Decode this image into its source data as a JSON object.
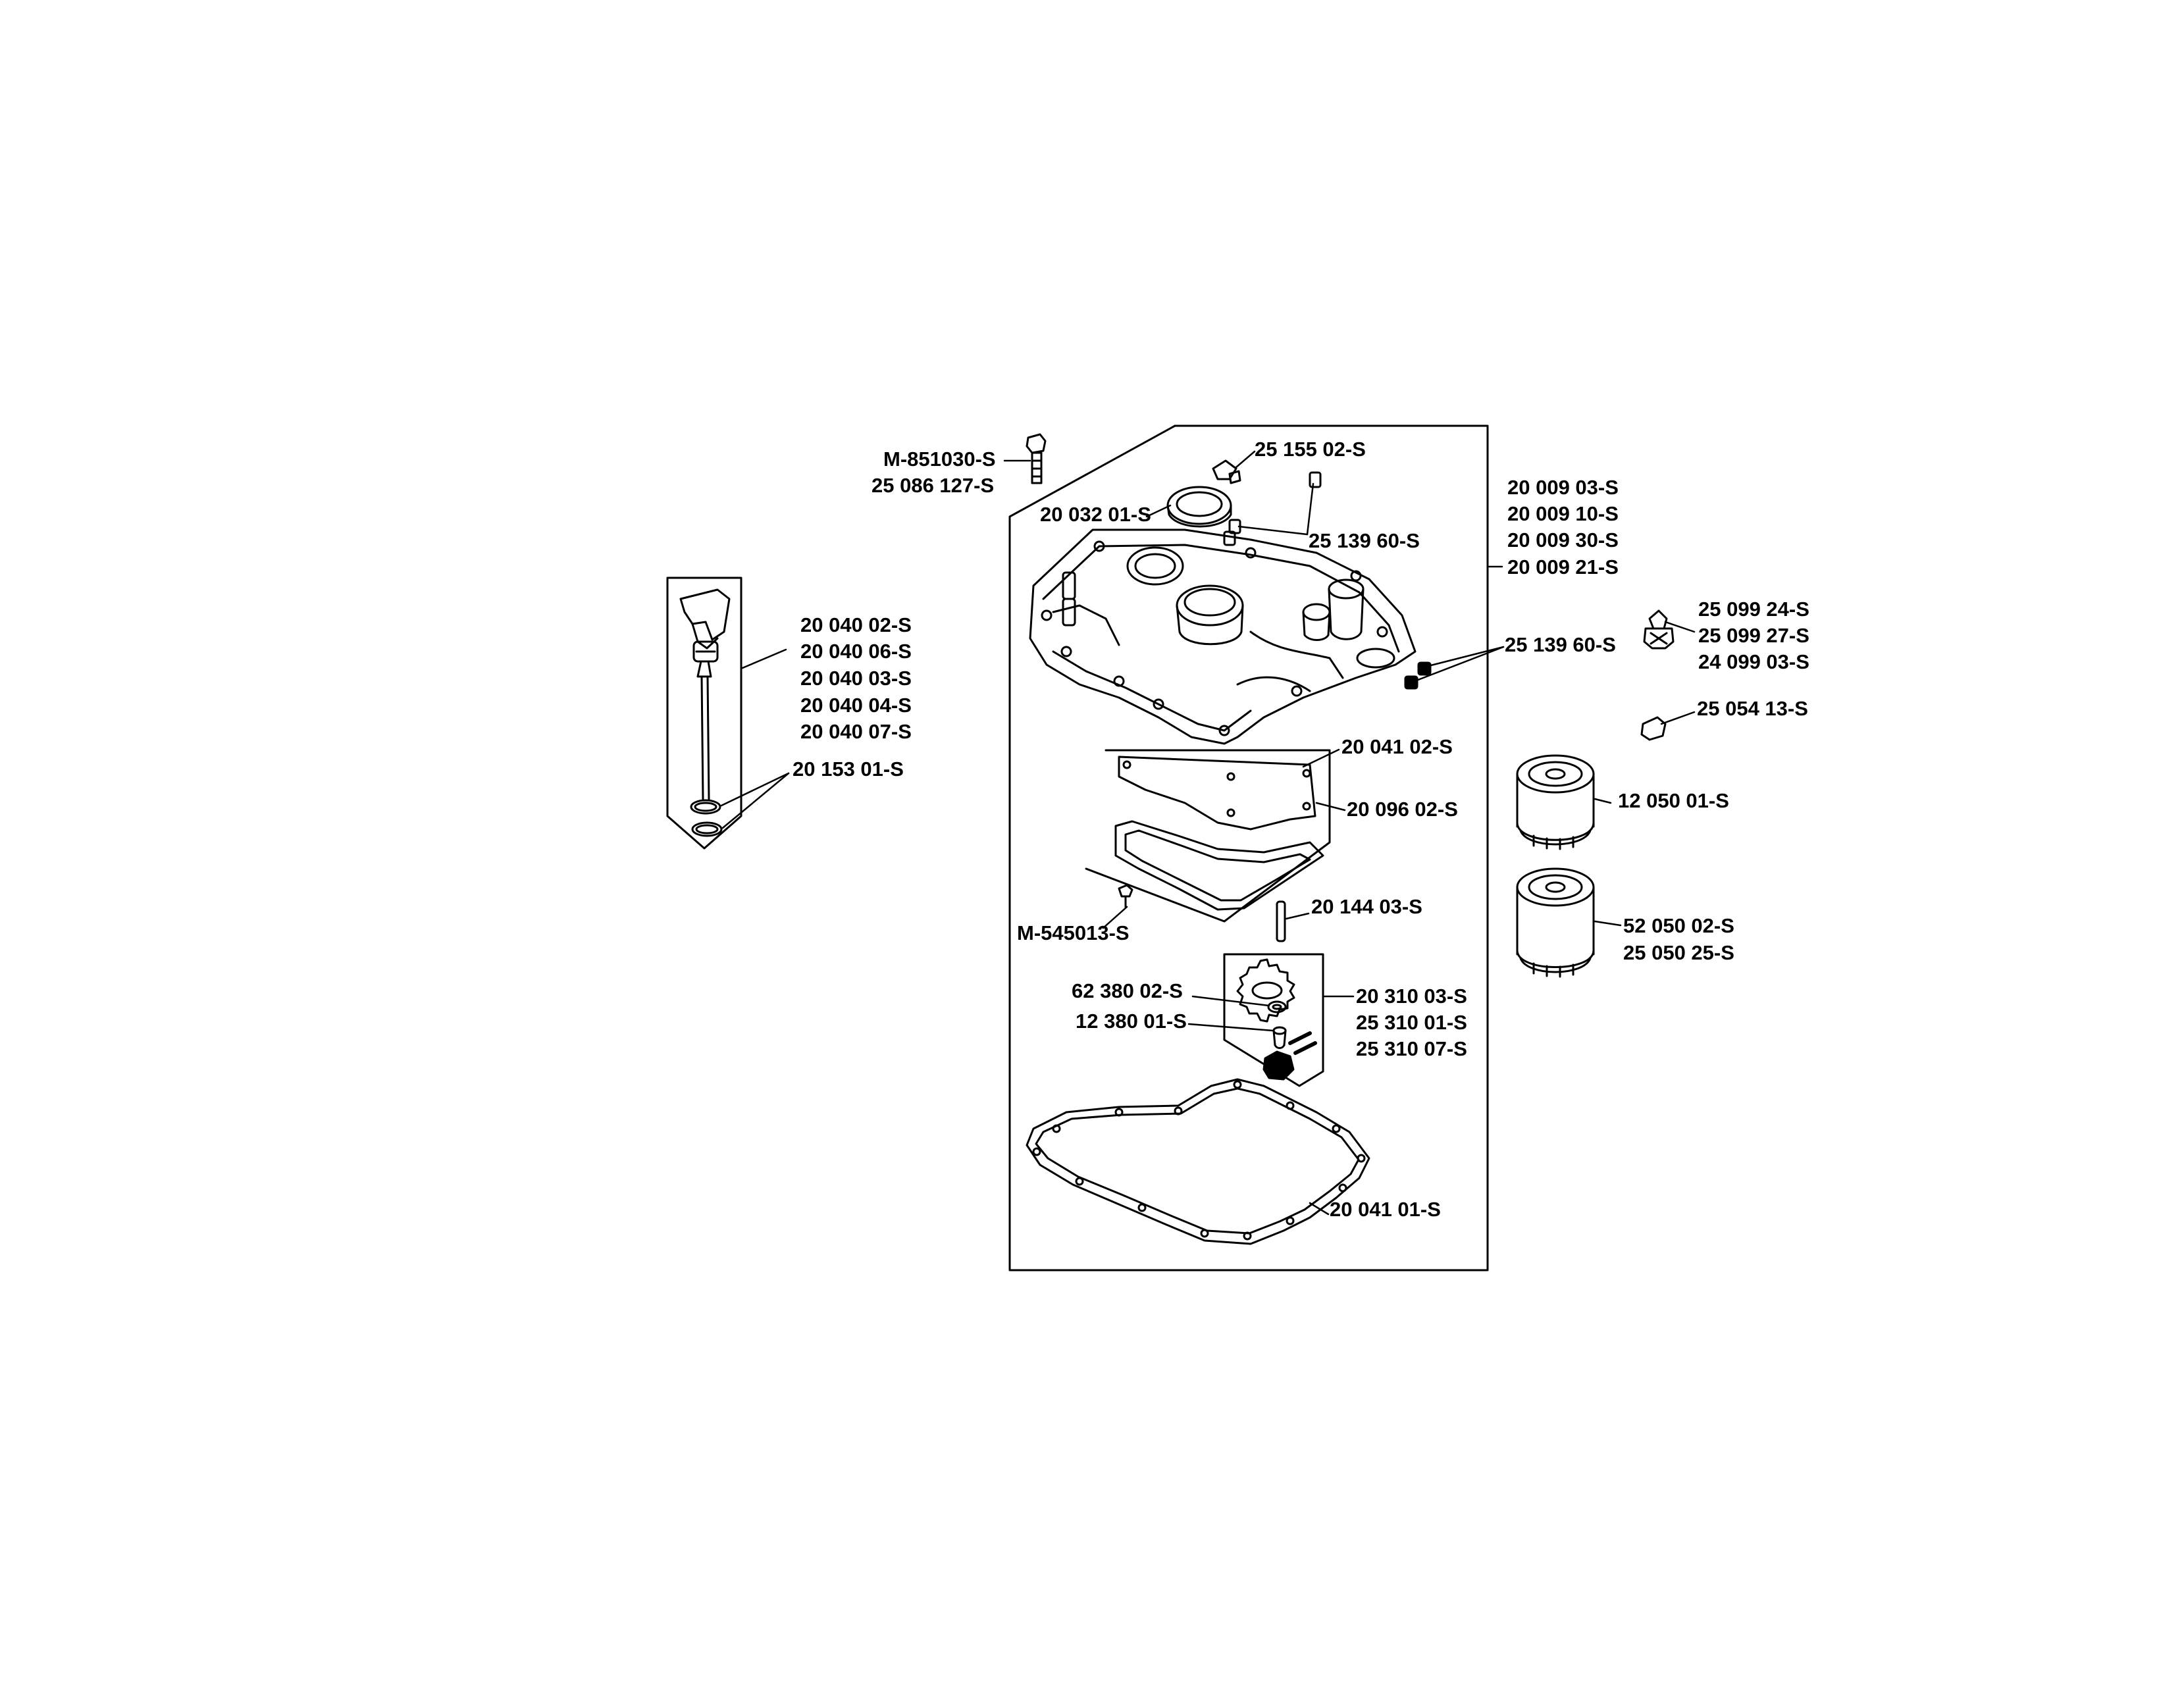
{
  "labels": {
    "dipstick_tube_kit": [
      "20 040 02-S",
      "20 040 06-S",
      "20 040 03-S",
      "20 040 04-S",
      "20 040 07-S"
    ],
    "dipstick_o_ring": "20 153 01-S",
    "screw_top": [
      "M-851030-S",
      "25 086 127-S"
    ],
    "fitting_top": "25 155 02-S",
    "oil_seal": "20 032 01-S",
    "plug_top": "25 139 60-S",
    "cover_assembly": [
      "20 009 03-S",
      "20 009 10-S",
      "20 009 30-S",
      "20 009 21-S"
    ],
    "plug_right": "25 139 60-S",
    "switch": [
      "25 099 24-S",
      "25 099 27-S",
      "24 099 03-S"
    ],
    "connector": "25 054 13-S",
    "oil_filter_1": "12 050 01-S",
    "oil_filter_2": [
      "52 050 02-S",
      "25 050 25-S"
    ],
    "gasket_plate": "20 041 02-S",
    "baffle_plate": "20 096 02-S",
    "screw_small": "M-545013-S",
    "pin": "20 144 03-S",
    "washer": "62 380 02-S",
    "bushing": "12 380 01-S",
    "oil_pump_kit": [
      "20 310 03-S",
      "25 310 01-S",
      "25 310 07-S"
    ],
    "gasket_main": "20 041 01-S"
  },
  "colors": {
    "line": "#000000",
    "background": "#ffffff"
  }
}
